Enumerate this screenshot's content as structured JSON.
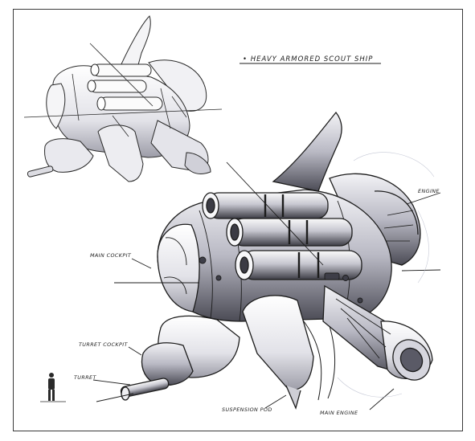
{
  "sheet": {
    "title": "• HEAVY ARMORED SCOUT SHIP",
    "callouts": {
      "engine": "ENGINE",
      "main_cockpit": "MAIN COCKPIT",
      "turret_cockpit": "TURRET COCKPIT",
      "turret": "TURRET",
      "suspension_pod": "SUSPENSION POD",
      "main_engine": "MAIN ENGINE"
    },
    "ink_color": "#1d1d1d",
    "shade_color": "#8a8a96"
  }
}
